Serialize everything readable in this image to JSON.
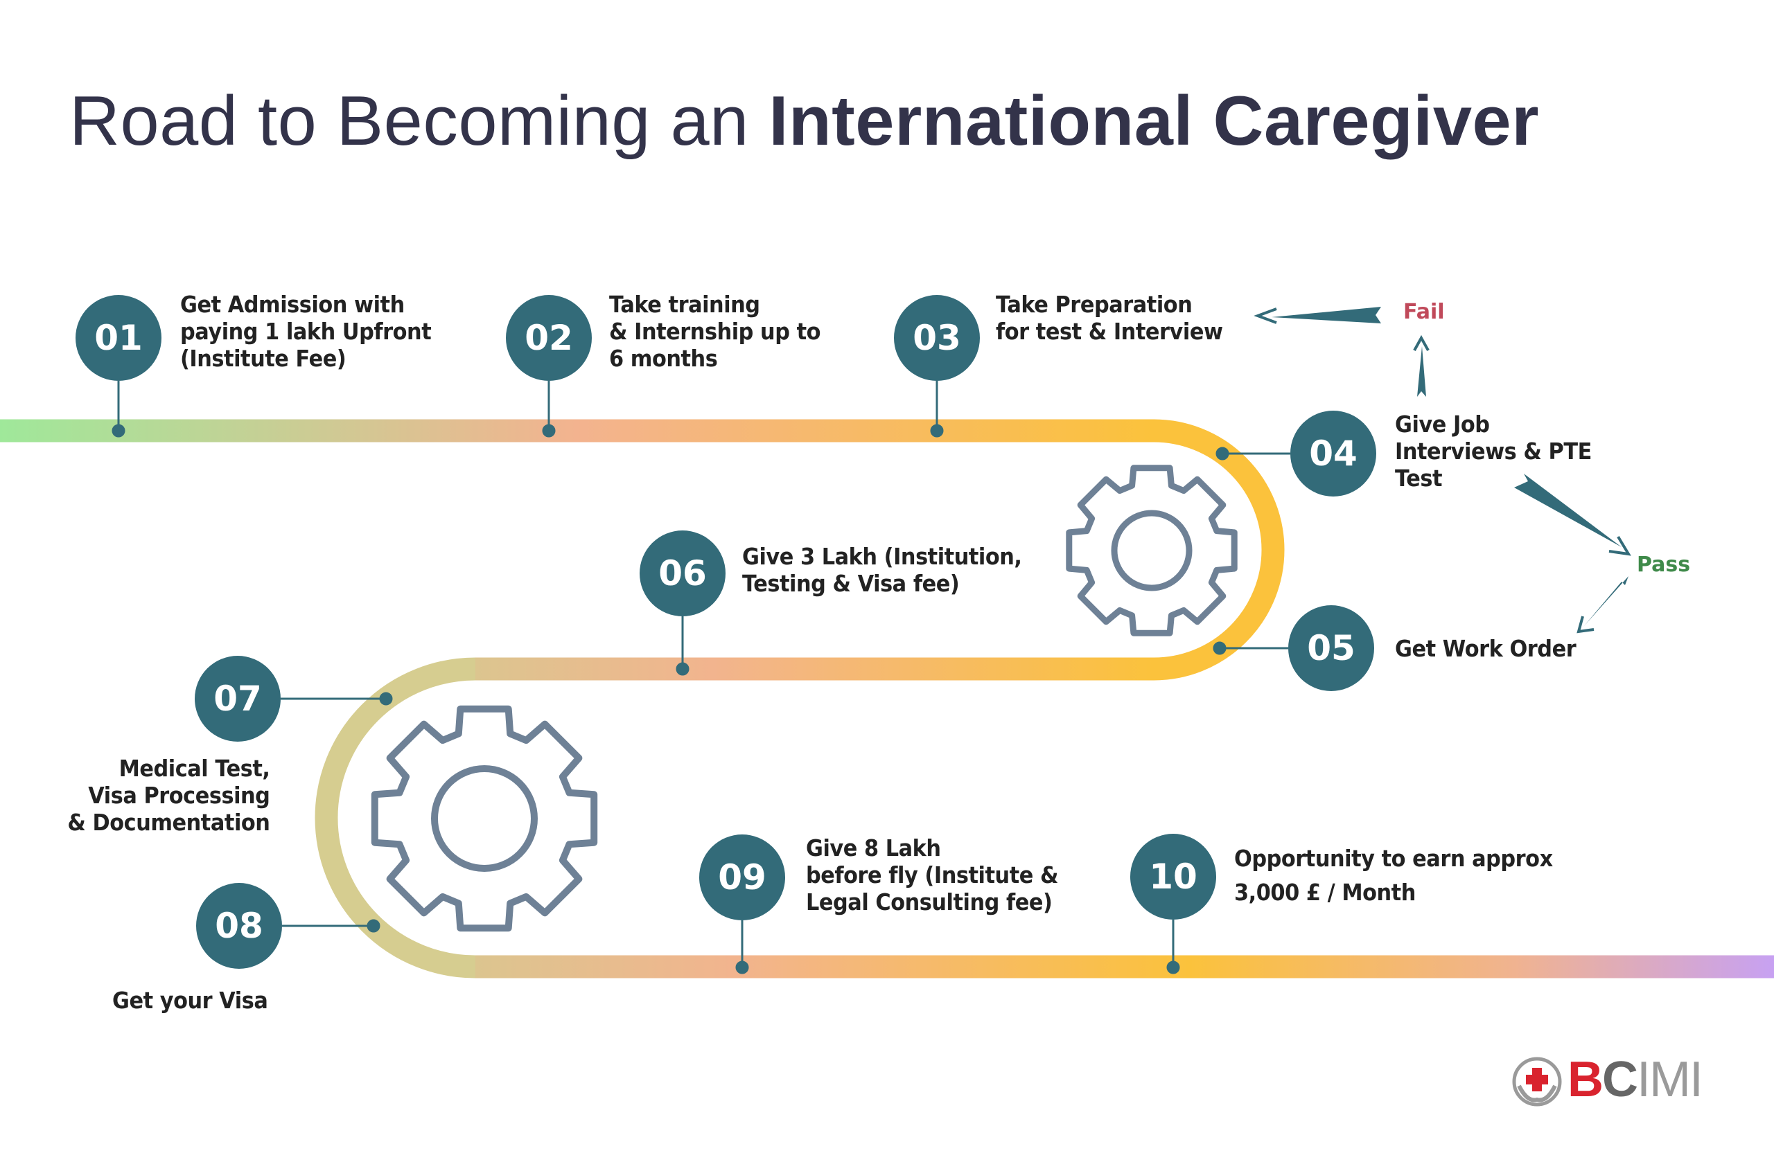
{
  "title": {
    "regular": "Road to Becoming an ",
    "bold": "International Caregiver"
  },
  "steps": [
    {
      "num": "01",
      "text": "Get Admission with\npaying 1 lakh Upfront\n(Institute Fee)"
    },
    {
      "num": "02",
      "text": "Take training\n& Internship up to\n6 months"
    },
    {
      "num": "03",
      "text": "Take Preparation\nfor test & Interview"
    },
    {
      "num": "04",
      "text": "Give Job\nInterviews & PTE\nTest"
    },
    {
      "num": "05",
      "text": "Get Work Order"
    },
    {
      "num": "06",
      "text": "Give 3 Lakh (Institution,\nTesting & Visa fee)"
    },
    {
      "num": "07",
      "text": "Medical Test,\nVisa Processing\n& Documentation"
    },
    {
      "num": "08",
      "text": "Get your Visa"
    },
    {
      "num": "09",
      "text": "Give 8 Lakh\nbefore fly (Institute &\nLegal Consulting fee)"
    },
    {
      "num": "10",
      "text": "Opportunity to earn approx\n3,000 £ / Month"
    }
  ],
  "outcomes": {
    "fail": "Fail",
    "pass": "Pass"
  },
  "logo": {
    "text": "BCIMI",
    "parts": [
      "B",
      "C",
      "IMI"
    ]
  },
  "colors": {
    "circle": "#336b79",
    "fail": "#c0495a",
    "pass": "#3f8a4a",
    "gear": "#6e8196",
    "logo_red": "#d9232e",
    "logo_gray": "#8a8a8a"
  }
}
